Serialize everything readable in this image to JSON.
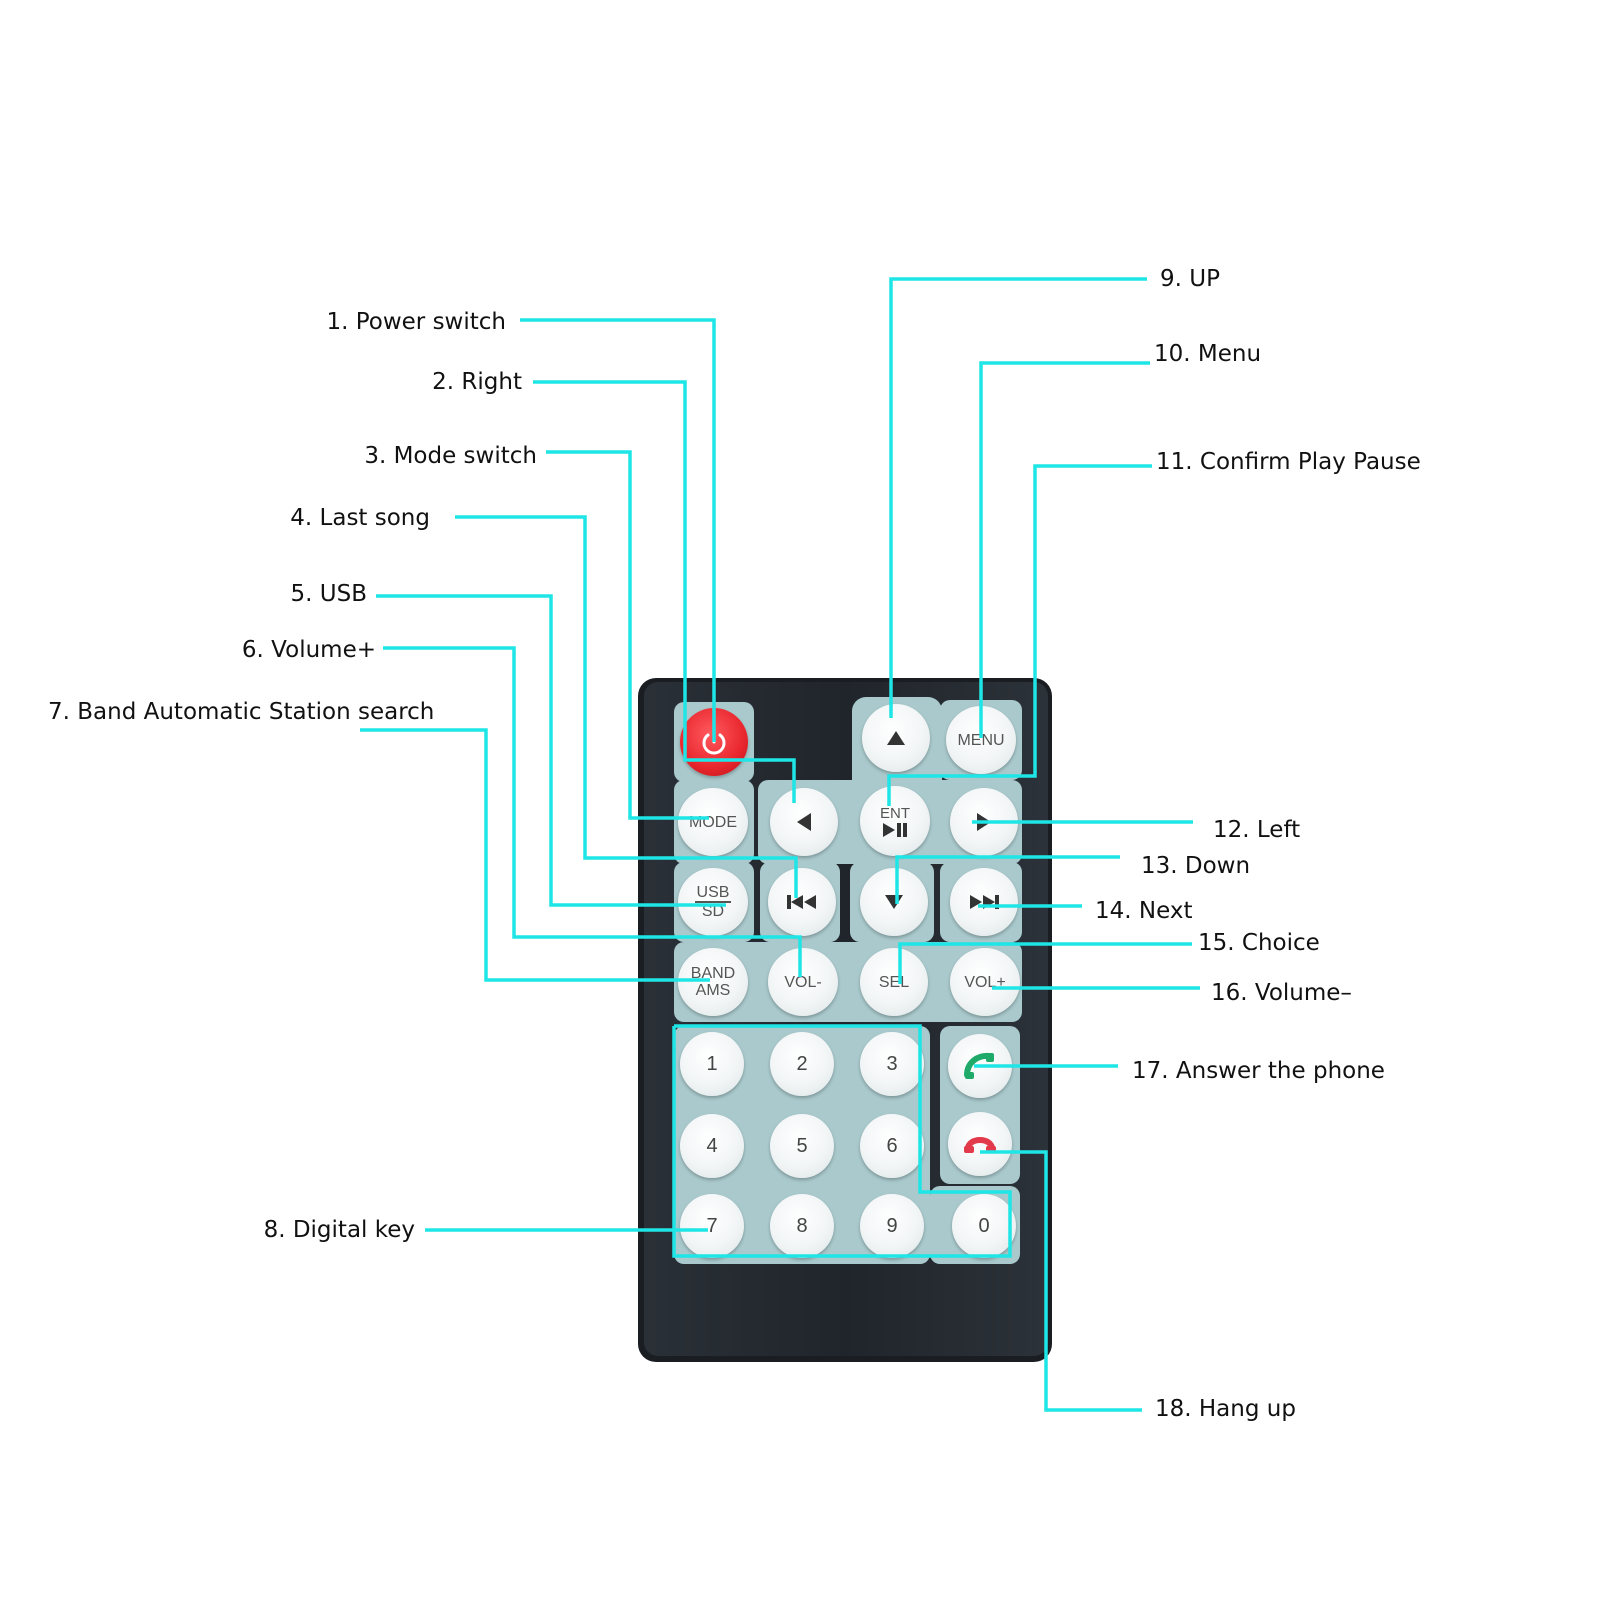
{
  "labels": {
    "power": "1. Power switch",
    "right": "2. Right",
    "mode": "3. Mode switch",
    "last": "4. Last song",
    "usb": "5. USB",
    "volplus": "6. Volume+",
    "band": "7. Band Automatic Station search",
    "digital": "8. Digital key",
    "up": "9. UP",
    "menu": "10. Menu",
    "confirm": "11. Confirm Play Pause",
    "left": "12. Left",
    "down": "13. Down",
    "next": "14. Next",
    "choice": "15. Choice",
    "volminus": "16. Volume–",
    "answer": "17. Answer the phone",
    "hangup": "18. Hang up"
  },
  "buttons": {
    "menu": "MENU",
    "mode": "MODE",
    "ent": "ENT",
    "usb": "USB",
    "sd": "SD",
    "band": "BAND",
    "ams": "AMS",
    "vol_minus": "VOL-",
    "sel": "SEL",
    "vol_plus": "VOL+",
    "digits": [
      "1",
      "2",
      "3",
      "4",
      "5",
      "6",
      "7",
      "8",
      "9",
      "0"
    ]
  },
  "colors": {
    "leader": "#1fe6e6",
    "remote_body": "#23282e",
    "pad": "#a9c9cc",
    "power": "#e8262d",
    "answer": "#1faa6a",
    "hangup": "#e23a4a"
  },
  "icons": {
    "power": "power-icon",
    "up": "arrow-up-icon",
    "left": "arrow-left-icon",
    "right": "arrow-right-icon",
    "down": "arrow-down-icon",
    "play_pause": "play-pause-icon",
    "prev": "previous-track-icon",
    "next": "next-track-icon",
    "answer": "phone-answer-icon",
    "hangup": "phone-hangup-icon"
  }
}
